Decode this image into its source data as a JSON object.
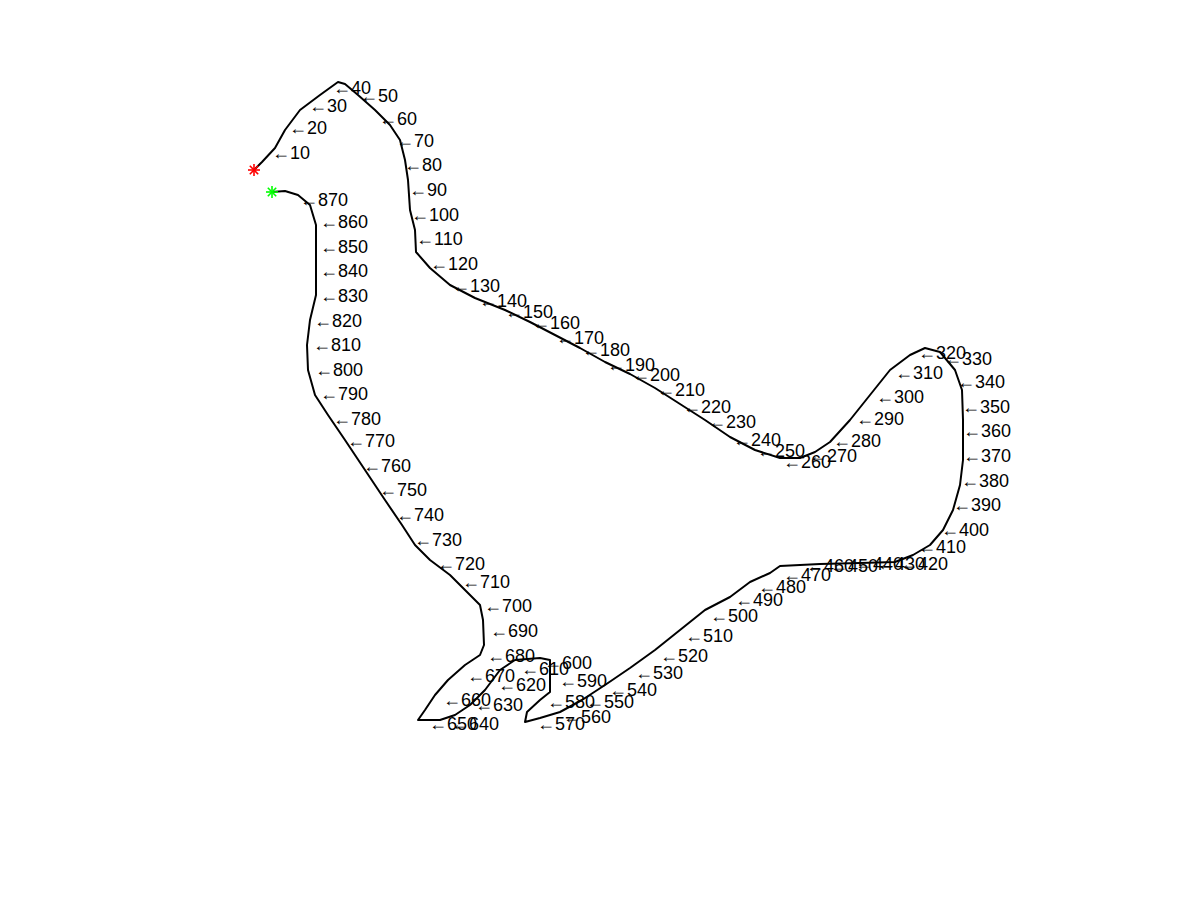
{
  "diagram": {
    "labels": [
      "←10",
      "←20",
      "←30",
      "←40",
      "←50",
      "←60",
      "←70",
      "←80",
      "←90",
      "←100",
      "←110",
      "←120",
      "←130",
      "←140",
      "←150",
      "←160",
      "←170",
      "←180",
      "←190",
      "←200",
      "←210",
      "←220",
      "←230",
      "←240",
      "←250",
      "←260",
      "←270",
      "←280",
      "←290",
      "←300",
      "←310",
      "←320",
      "←330",
      "←340",
      "←350",
      "←360",
      "←370",
      "←380",
      "←390",
      "←400",
      "←410",
      "←420",
      "←430",
      "←440",
      "←450",
      "←460",
      "←470",
      "←480",
      "←490",
      "←500",
      "←510",
      "←520",
      "←530",
      "←540",
      "←550",
      "←560",
      "←570",
      "←580",
      "←590",
      "←600",
      "←610",
      "←620",
      "←630",
      "←640",
      "←650",
      "←660",
      "←670",
      "←680",
      "←690",
      "←700",
      "←710",
      "←720",
      "←730",
      "←740",
      "←750",
      "←760",
      "←770",
      "←780",
      "←790",
      "←800",
      "←810",
      "←820",
      "←830",
      "←840",
      "←850",
      "←860",
      "←870"
    ]
  }
}
